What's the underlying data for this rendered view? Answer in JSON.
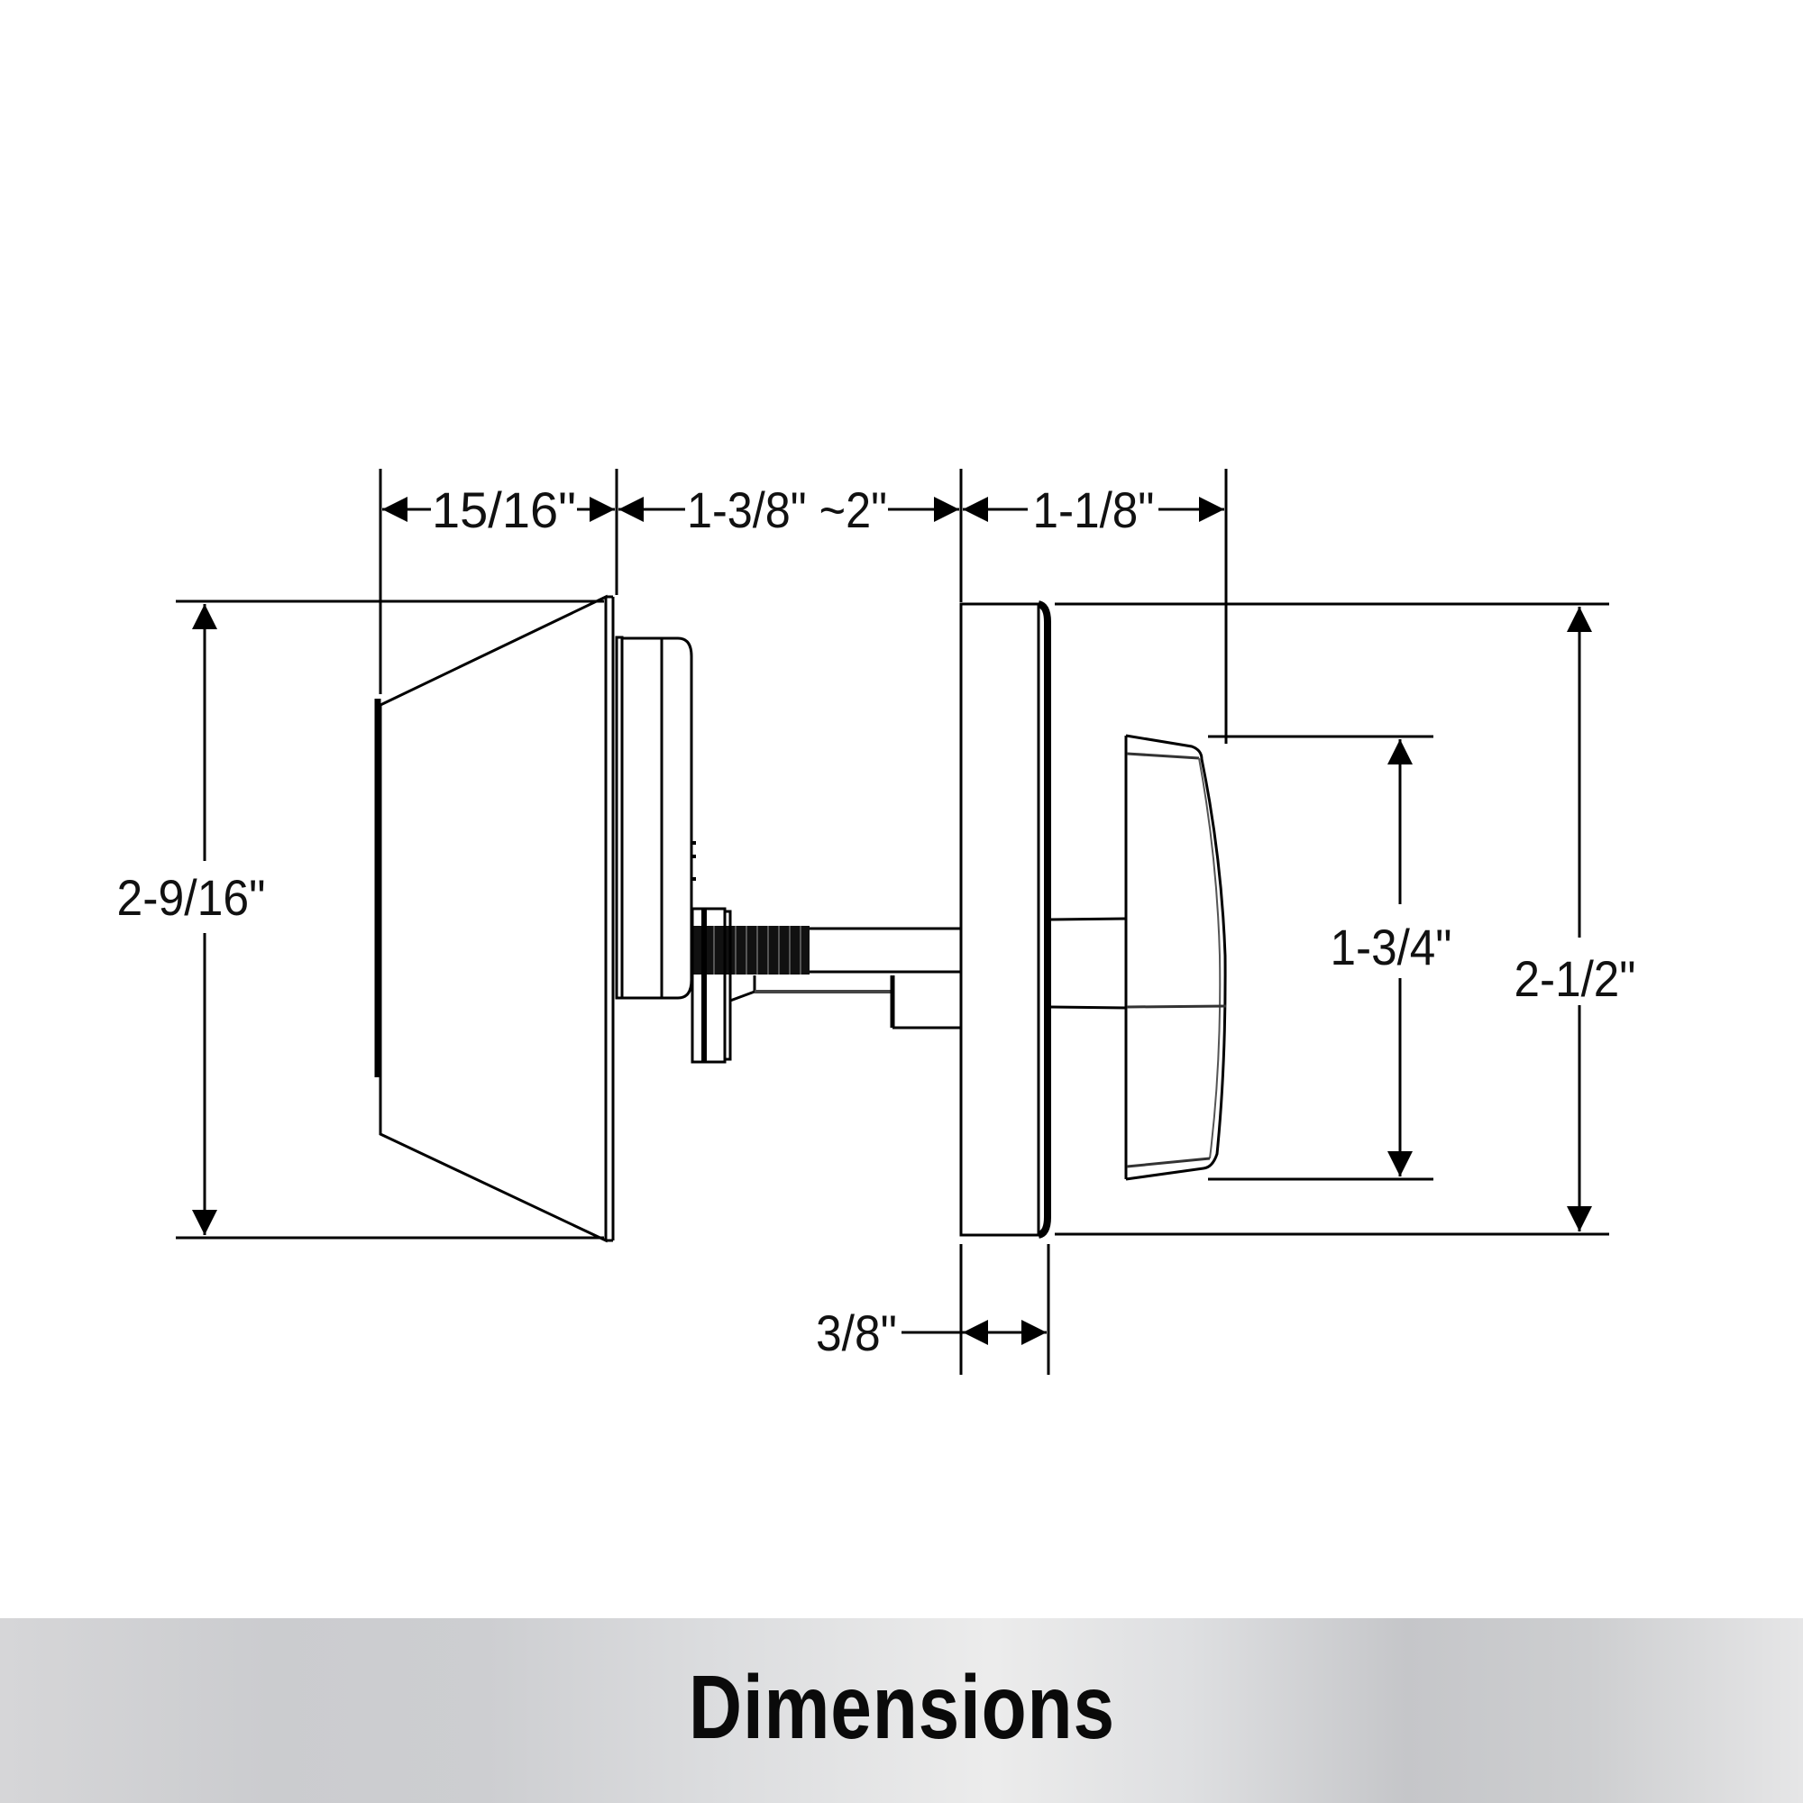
{
  "title": "Dimensions",
  "colors": {
    "line": "#000000",
    "text": "#111111",
    "banner_light": "#ececec",
    "banner_dark": "#c5c6c9"
  },
  "dimensions": {
    "exterior_depth": "15/16\"",
    "door_thickness": "1-3/8\" ~2\"",
    "interior_depth": "1-1/8\"",
    "exterior_height": "2-9/16\"",
    "turn_piece_height": "1-3/4\"",
    "interior_height": "2-1/2\"",
    "rose_thickness": "3/8\""
  }
}
